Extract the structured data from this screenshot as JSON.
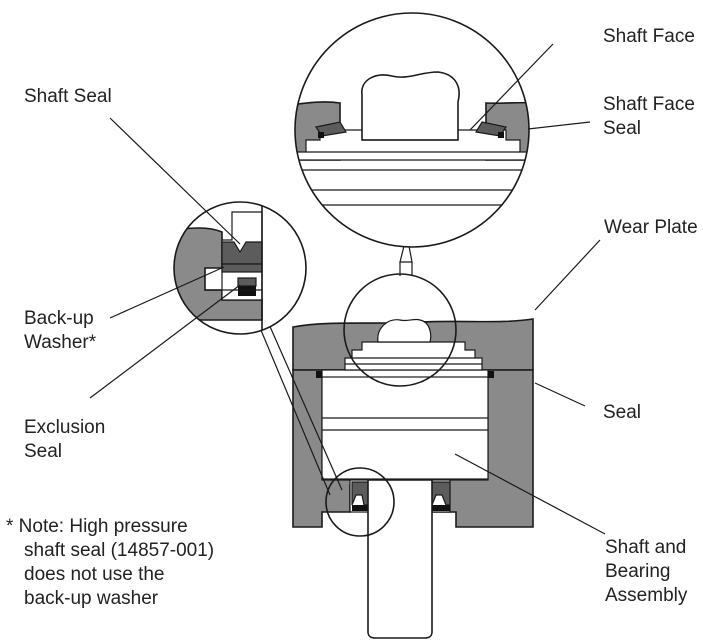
{
  "labels": {
    "shaft_face": "Shaft Face",
    "shaft_face_seal_1": "Shaft Face",
    "shaft_face_seal_2": "Seal",
    "shaft_seal": "Shaft Seal",
    "wear_plate": "Wear Plate",
    "backup_washer_1": "Back-up",
    "backup_washer_2": "Washer*",
    "seal": "Seal",
    "exclusion_seal_1": "Exclusion",
    "exclusion_seal_2": "Seal",
    "note_1": "* Note: High pressure",
    "note_2": "shaft seal (14857-001)",
    "note_3": "does not use the",
    "note_4": "back-up washer",
    "shaft_bearing_1": "Shaft and",
    "shaft_bearing_2": "Bearing",
    "shaft_bearing_3": "Assembly"
  },
  "colors": {
    "body_fill": "#8a8a8a",
    "seal_fill": "#5c5c5c",
    "seal_black": "#111111",
    "line": "#1a1a1a",
    "part_fill": "#ffffff",
    "text": "#222222"
  }
}
